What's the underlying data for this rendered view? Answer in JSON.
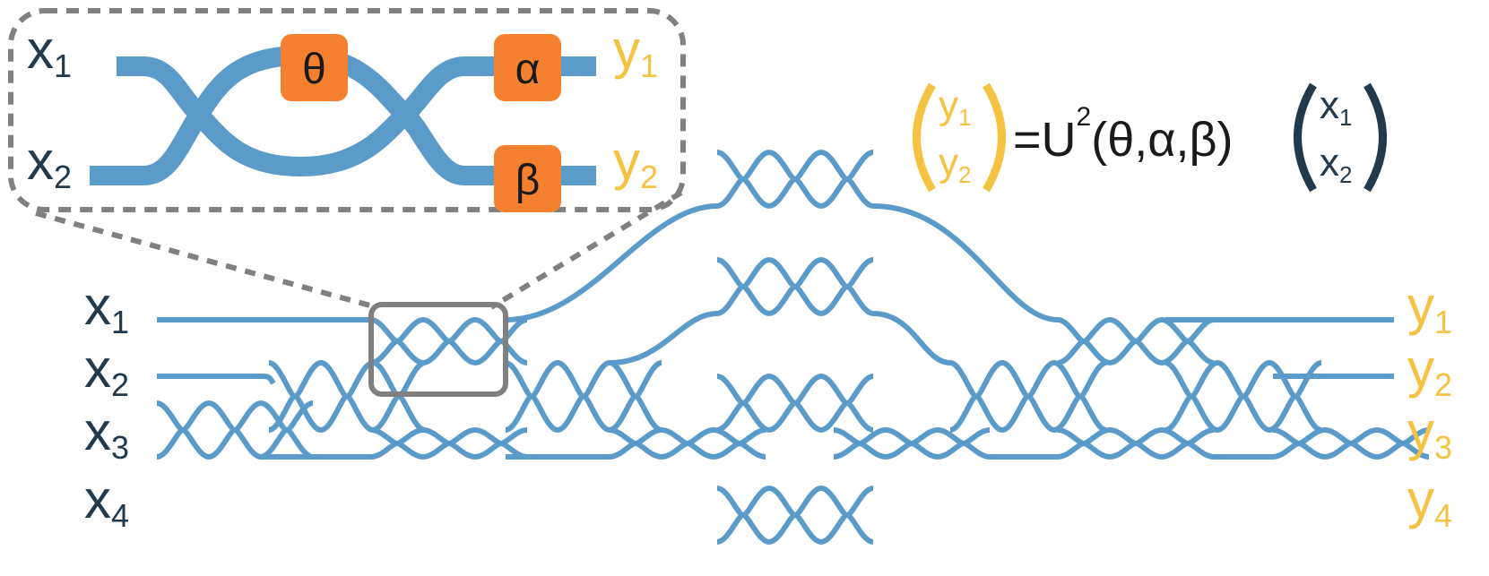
{
  "inputs": [
    "x",
    "x",
    "x",
    "x"
  ],
  "input_indices": [
    "1",
    "2",
    "3",
    "4"
  ],
  "outputs": [
    "y",
    "y",
    "y",
    "y"
  ],
  "output_indices": [
    "1",
    "2",
    "3",
    "4"
  ],
  "inset": {
    "inputs": [
      "x",
      "x"
    ],
    "input_indices": [
      "1",
      "2"
    ],
    "outputs": [
      "y",
      "y"
    ],
    "output_indices": [
      "1",
      "2"
    ],
    "params": {
      "theta": "θ",
      "alpha": "α",
      "beta": "β"
    }
  },
  "equation": {
    "lhs_y1": "y",
    "lhs_y1_sub": "1",
    "lhs_y2": "y",
    "lhs_y2_sub": "2",
    "equals_U": "=U",
    "power": "2",
    "args": "(θ,α,β)",
    "rhs_x1": "x",
    "rhs_x1_sub": "1",
    "rhs_x2": "x",
    "rhs_x2_sub": "2"
  },
  "colors": {
    "waveguide": "#5b9bc9",
    "phase_box": "#f58130",
    "input_label": "#223a4e",
    "output_label": "#f5c242",
    "zoom_box": "#808080"
  }
}
